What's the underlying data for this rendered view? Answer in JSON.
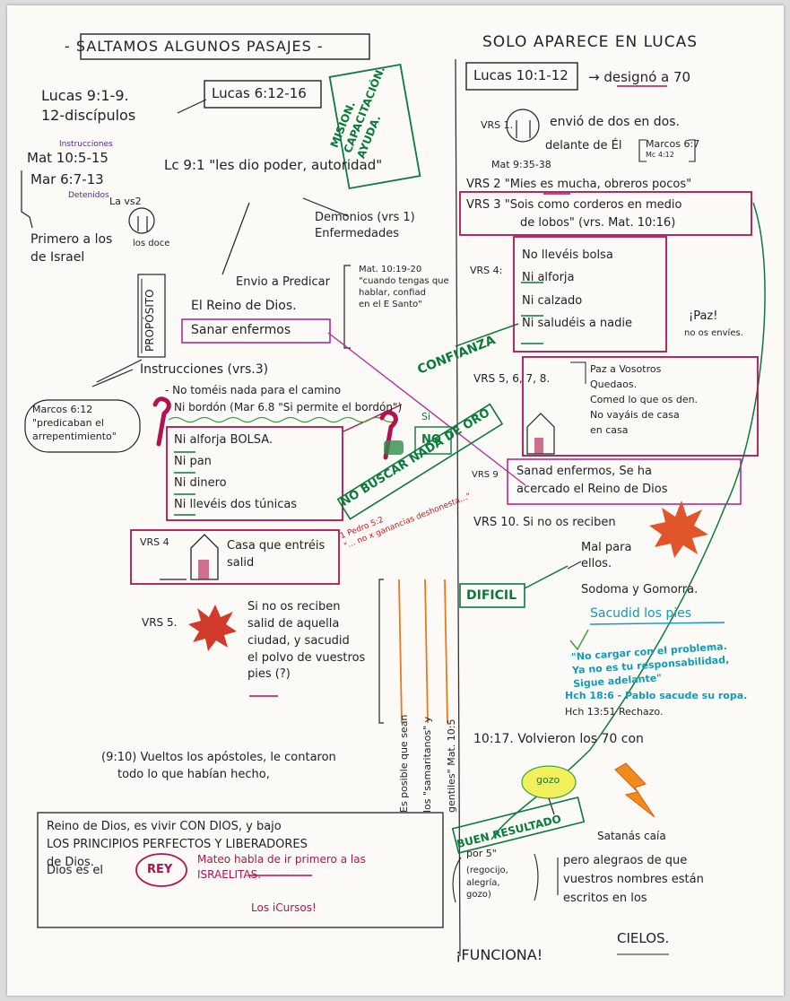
{
  "left": {
    "header": "- SALTAMOS ALGUNOS PASAJES -",
    "lucas_9": "Lucas 9:1-9.",
    "doce": "12-discípulos",
    "lucas_6": "Lucas 6:12-16",
    "mision": [
      "MISION.",
      "CAPACITACIÓN.",
      "AYUDA."
    ],
    "instrucciones_small": "Instrucciones",
    "mat_10": "Mat 10:5-15",
    "mar_6": "Mar 6:7-13",
    "detenidos": "Detenidos",
    "poder": "Lc 9:1 \"les dio poder, autoridad\"",
    "la_vs2": "La vs2",
    "los_doce": "los doce",
    "primero": [
      "Primero a los",
      "de Israel"
    ],
    "demonios": [
      "Demonios (vrs 1)",
      "Enfermedades"
    ],
    "proposito": "PROPÓSITO",
    "envio": "Envio a Predicar",
    "reino": "El Reino de Dios.",
    "sanar": "Sanar enfermos",
    "mat_10_19": [
      "Mat. 10:19-20",
      "\"cuando tengas que",
      "hablar, confiad",
      "en el E Santo\""
    ],
    "confianza": "CONFIANZA",
    "instrucciones": "Instrucciones (vrs.3)",
    "marcos_612": [
      "Marcos 6:12",
      "\"predicaban el",
      "arrepentimiento\""
    ],
    "no_tomeis": "- No toméis nada para el camino",
    "ni_bordon": "Ni bordón (Mar 6.8 \"Si permite el bordón\")",
    "ni_alforja": "Ni alforja BOLSA.",
    "ni_pan": "Ni pan",
    "ni_dinero": "Ni dinero",
    "ni_tunicas": "Ni llevéis dos túnicas",
    "si": "Si",
    "no": "NO",
    "no_buscar": "NO BUSCAR NADA DE ORO",
    "pedro": [
      "1 Pedro 5:2",
      "\"... no x ganancias deshonesta...\""
    ],
    "vrs4_house": "VRS 4",
    "casa": [
      "Casa que entréis",
      "salid"
    ],
    "vrs5": "VRS 5.",
    "si_no": [
      "Si no os reciben",
      "salid de aquella",
      "ciudad, y sacudid",
      "el polvo de vuestros",
      "pies   (?)"
    ],
    "es_posible": [
      "Es posible que sean",
      "los \"samaritanos\" y",
      "gentiles\" Mat. 10:5"
    ],
    "dificil": "DIFICIL",
    "vueltos": [
      "(9:10) Vueltos los apóstoles, le contaron",
      "todo lo que habían hecho,"
    ],
    "reino_box": [
      "Reino de Dios, es vivir CON DIOS, y bajo",
      "LOS PRINCIPIOS PERFECTOS Y LIBERADORES",
      "de Dios."
    ],
    "dios_rey_pre": "Dios es el",
    "rey": "REY",
    "mateo": [
      "Mateo habla de ir primero a las",
      "ISRAELITAS."
    ],
    "cursos": "Los iCursos!"
  },
  "right": {
    "solo": "SOLO APARECE EN LUCAS",
    "lucas_10": "Lucas 10:1-12",
    "designo": "→ designó a 70",
    "vrs1": "VRS 1.",
    "envio_dos": "envió de dos en dos.",
    "delante": "delante de Él",
    "marcos_67": [
      "Marcos 6:7",
      "Mc 4:12"
    ],
    "mat_935": "Mat 9:35-38",
    "vrs2": "VRS 2 \"Mies es mucha, obreros pocos\"",
    "vrs3": [
      "VRS 3  \"Sois como corderos en medio",
      "de lobos\" (vrs. Mat. 10:16)"
    ],
    "vrs4": "VRS 4:",
    "vrs4_items": [
      "No llevéis bolsa",
      "Ni alforja",
      "Ni calzado",
      "Ni saludéis a nadie"
    ],
    "paz": "¡Paz!",
    "no_os": "no os envíes.",
    "vrs5678": "VRS 5, 6, 7, 8.",
    "paz_items": [
      "Paz a Vosotros",
      "Quedaos.",
      "Comed lo que os den.",
      "No vayáis de casa",
      "en casa"
    ],
    "vrs9": "VRS 9",
    "sanad": [
      "Sanad enfermos, Se ha",
      "acercado el Reino de Dios"
    ],
    "vrs10": "VRS 10. Si no os reciben",
    "mal": [
      "Mal para",
      "ellos."
    ],
    "sodoma": "Sodoma y Gomorra.",
    "sacudid": "Sacudid los pies",
    "no_cargar": [
      "\"No cargar con el problema.",
      "Ya no es tu responsabilidad,",
      "Sigue adelante\""
    ],
    "hch_1": "Hch 18:6 - Pablo sacude su ropa.",
    "hch_2": "Hch 13:51 Rechazo.",
    "vrs17": "10:17. Volvieron los 70 con",
    "gozo": "gozo",
    "buen": "BUEN RESULTADO",
    "por5": "por 5\"",
    "regocijo": [
      "(regocijo,",
      "alegría,",
      "gozo)"
    ],
    "satanas": "Satanás caía",
    "pero": [
      "pero alegraos de que",
      "vuestros nombres están",
      "escritos en los"
    ],
    "cielos": "CIELOS.",
    "funciona": "¡FUNCIONA!"
  },
  "colors": {
    "ink": "#222222",
    "green": "#0b7a3c",
    "magenta": "#b0134d",
    "pink": "#b02a9b",
    "cyan": "#119bb5",
    "purple": "#4a2b8f",
    "red": "#c41e1e",
    "orange": "#e87a1c",
    "yellow": "#f1ef5a"
  }
}
